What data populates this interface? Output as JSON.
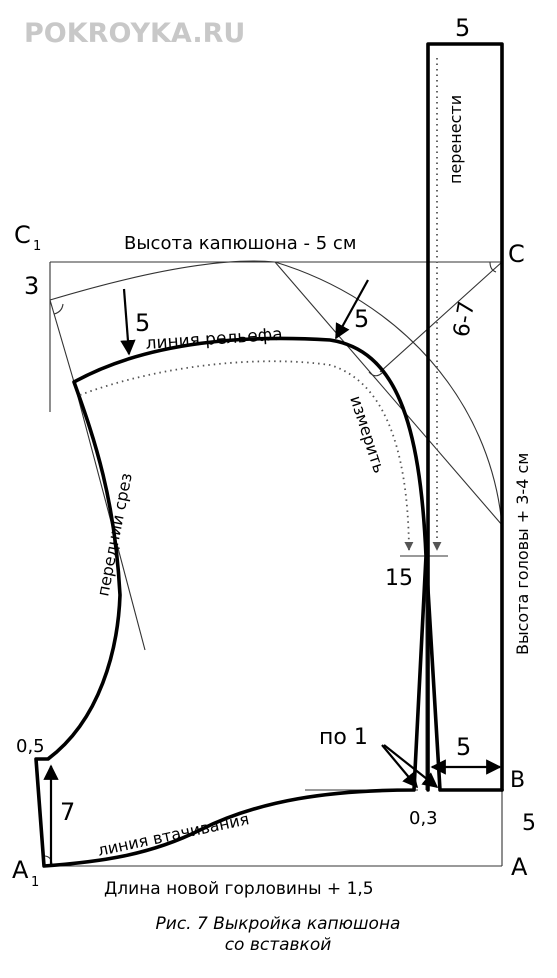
{
  "watermark": "POKROYKA.RU",
  "labels": {
    "c1": "C",
    "c1_sub": "1",
    "three": "3",
    "hood_height": "Высота капюшона - 5 см",
    "c": "C",
    "five_top": "5",
    "perenesti": "перенести",
    "five_arrow_left": "5",
    "relief_line": "линия рельефа",
    "five_arrow_right": "5",
    "six_seven": "6-7",
    "izmerit": "измерить",
    "front_cut": "передний срез",
    "fifteen": "15",
    "head_height": "Высота головы + 3-4 см",
    "po1": "по 1",
    "zero_five": "0,5",
    "seven": "7",
    "five_right": "5",
    "b": "B",
    "zero_three": "0,3",
    "five_bottom_right": "5",
    "sewing_line": "линия втачивания",
    "a1": "A",
    "a1_sub": "1",
    "a": "A",
    "neck_length": "Длина новой горловины + 1,5"
  },
  "caption": {
    "line1": "Рис. 7 Выкройка капюшона",
    "line2": "со вставкой"
  }
}
